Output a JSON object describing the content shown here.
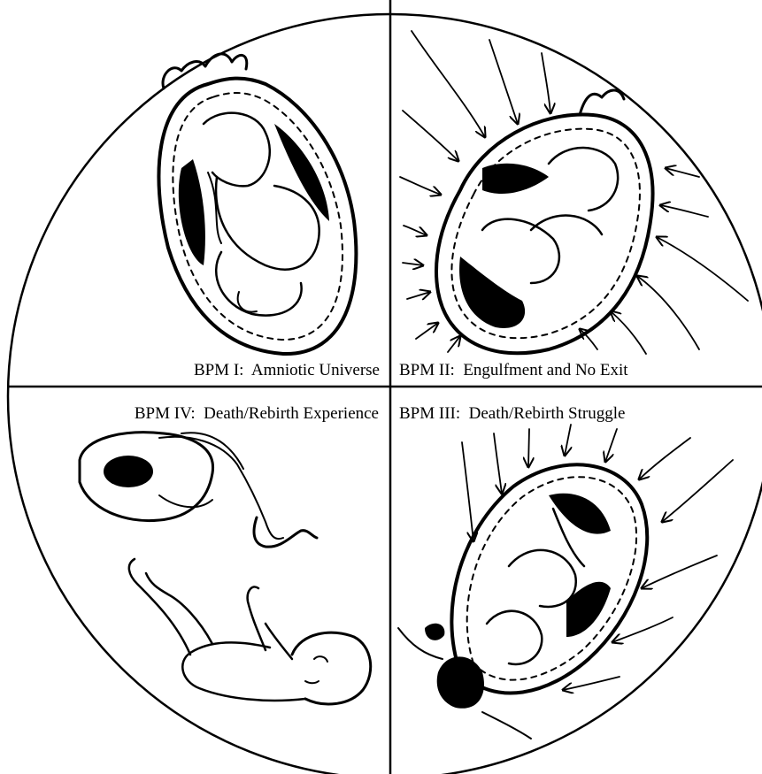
{
  "colors": {
    "ink": "#000000",
    "paper": "#ffffff"
  },
  "quadrants": {
    "top_left": {
      "label": "BPM I:  Amniotic Universe"
    },
    "top_right": {
      "label": "BPM II:  Engulfment and No Exit"
    },
    "bottom_right": {
      "label": "BPM III:  Death/Rebirth Struggle"
    },
    "bottom_left": {
      "label": "BPM IV:  Death/Rebirth Experience"
    }
  }
}
